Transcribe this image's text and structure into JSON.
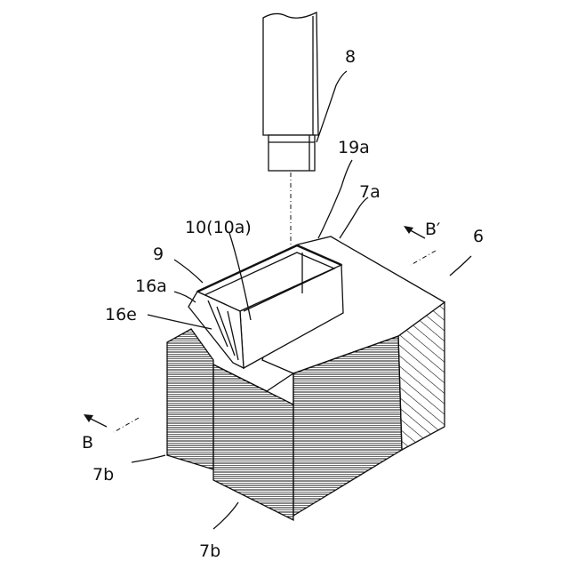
{
  "labels": {
    "tool": "8",
    "edge_19a": "19a",
    "core_top": "7a",
    "core": "6",
    "insulator": "10(10a)",
    "coil": "9",
    "face_16a": "16a",
    "face_16e": "16e",
    "section_b_prime": "B′",
    "section_b": "B",
    "laminate_left": "7b",
    "laminate_front": "7b"
  }
}
